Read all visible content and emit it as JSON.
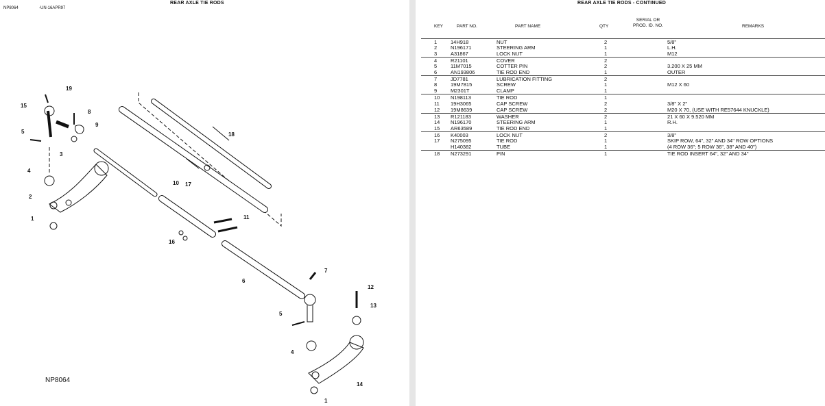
{
  "left_page": {
    "title": "REAR AXLE TIE RODS",
    "code": "NP8064",
    "date_code": "-UN-16APR97",
    "illustration_label": "NP8064",
    "callouts": [
      "19",
      "15",
      "8",
      "9",
      "5",
      "3",
      "18",
      "4",
      "2",
      "10",
      "17",
      "11",
      "1",
      "16",
      "7",
      "6",
      "12",
      "13",
      "5",
      "4",
      "14",
      "1"
    ]
  },
  "right_page": {
    "title": "REAR AXLE TIE RODS - CONTINUED",
    "headers": {
      "key": "KEY",
      "part_no": "PART NO.",
      "part_name": "PART NAME",
      "qty": "QTY",
      "serial_1": "SERIAL OR",
      "serial_2": "PROD. ID. NO.",
      "remarks": "REMARKS"
    },
    "rows": [
      {
        "key": "1",
        "part": "14H918",
        "name": "NUT",
        "qty": "2",
        "remarks": "5/8\""
      },
      {
        "key": "2",
        "part": "N196171",
        "name": "STEERING ARM",
        "qty": "1",
        "remarks": "L.H."
      },
      {
        "key": "3",
        "part": "A31867",
        "name": "LOCK NUT",
        "qty": "1",
        "remarks": "M12"
      },
      {
        "key": "4",
        "part": "R21101",
        "name": "COVER",
        "qty": "2",
        "remarks": ""
      },
      {
        "key": "5",
        "part": "11M7015",
        "name": "COTTER PIN",
        "qty": "2",
        "remarks": "3.200 X 25 MM"
      },
      {
        "key": "6",
        "part": "AN193806",
        "name": "TIE ROD END",
        "qty": "1",
        "remarks": "OUTER"
      },
      {
        "key": "7",
        "part": "JD7781",
        "name": "LUBRICATION FITTING",
        "qty": "2",
        "remarks": ""
      },
      {
        "key": "8",
        "part": "19M7815",
        "name": "SCREW",
        "qty": "1",
        "remarks": "M12 X 60"
      },
      {
        "key": "9",
        "part": "M2301T",
        "name": "CLAMP",
        "qty": "1",
        "remarks": ""
      },
      {
        "key": "10",
        "part": "N198113",
        "name": "TIE ROD",
        "qty": "1",
        "remarks": ""
      },
      {
        "key": "11",
        "part": "19H3065",
        "name": "CAP SCREW",
        "qty": "2",
        "remarks": "3/8\" X 2\""
      },
      {
        "key": "12",
        "part": "19M8639",
        "name": "CAP SCREW",
        "qty": "2",
        "remarks": "M20 X 70, (USE WITH RE57644 KNUCKLE)"
      },
      {
        "key": "13",
        "part": "R121183",
        "name": "WASHER",
        "qty": "2",
        "remarks": "21 X 60 X 9.520 MM"
      },
      {
        "key": "14",
        "part": "N196170",
        "name": "STEERING ARM",
        "qty": "1",
        "remarks": "R.H."
      },
      {
        "key": "15",
        "part": "AR63589",
        "name": "TIE ROD END",
        "qty": "1",
        "remarks": ""
      },
      {
        "key": "16",
        "part": "K40003",
        "name": "LOCK NUT",
        "qty": "2",
        "remarks": "3/8\""
      },
      {
        "key": "17",
        "part": "N275095",
        "name": "TIE ROD",
        "qty": "1",
        "remarks": "SKIP ROW, 64\", 32\" AND 34\" ROW OPTIONS"
      },
      {
        "key": "",
        "part": "H140382",
        "name": "TUBE",
        "qty": "1",
        "remarks": "(4 ROW 36\"; 5 ROW 36\", 38\" AND 40\")"
      },
      {
        "key": "18",
        "part": "N273291",
        "name": "PIN",
        "qty": "1",
        "remarks": "TIE ROD INSERT 64\", 32\" AND 34\""
      }
    ]
  },
  "colors": {
    "ink": "#111111",
    "page": "#ffffff",
    "gutter": "#e6e6e6"
  }
}
